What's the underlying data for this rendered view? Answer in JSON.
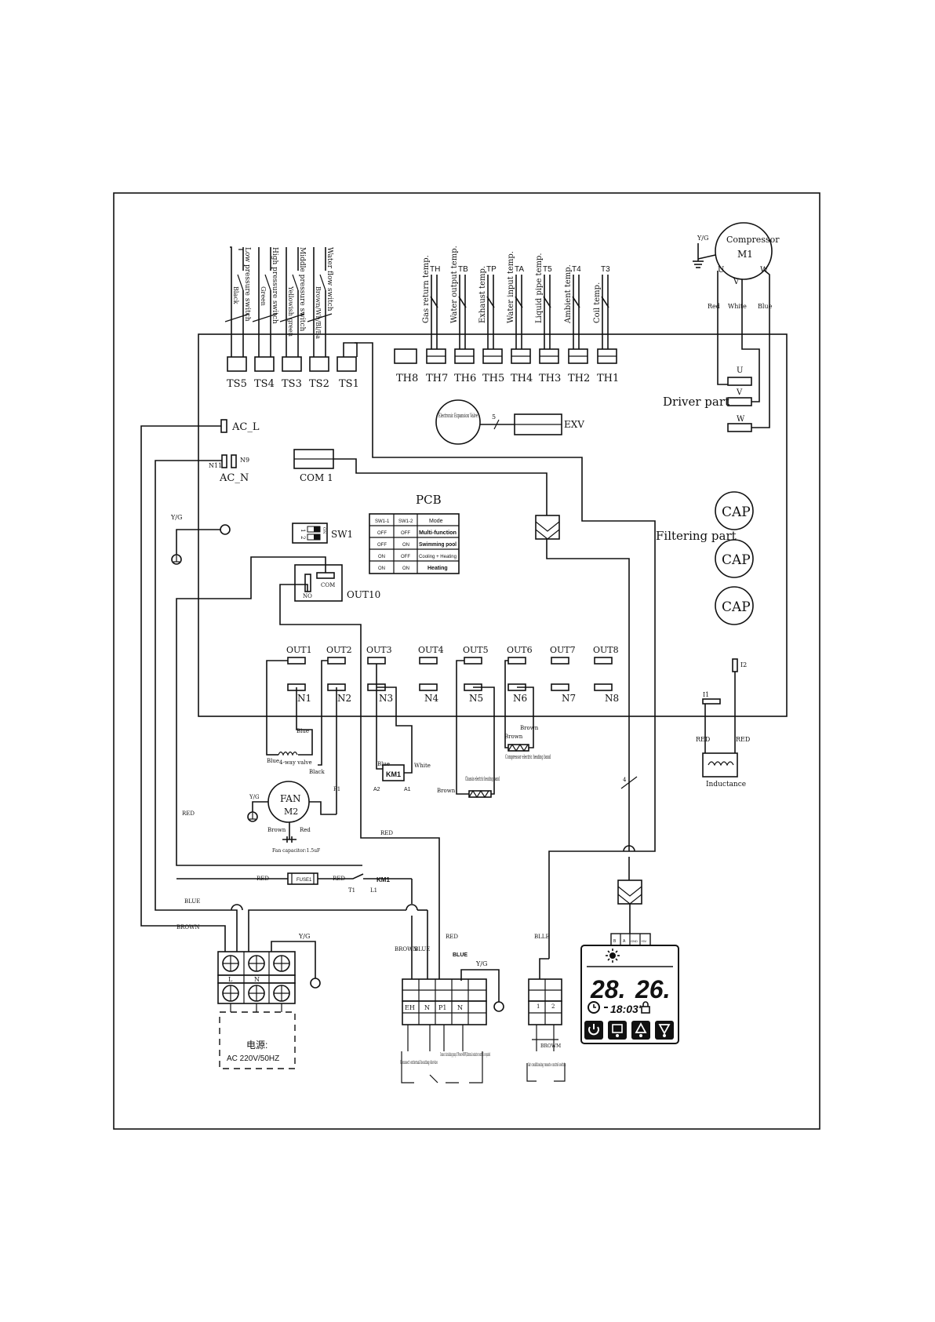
{
  "switches": [
    {
      "terminal": "TS5",
      "label": "Low pressure switch",
      "wire": "Black"
    },
    {
      "terminal": "TS4",
      "label": "High pressure switch",
      "wire": "Green"
    },
    {
      "terminal": "TS3",
      "label": "Middle pressure switch",
      "wire": "Yellowish green"
    },
    {
      "terminal": "TS2",
      "label": "Water flow switch",
      "wire": "Brown/Wh/Bl/Ba"
    },
    {
      "terminal": "TS1",
      "label": "",
      "wire": ""
    }
  ],
  "sensors": [
    {
      "code": "TH",
      "label": "Gas return temp.",
      "terminal": "TH7"
    },
    {
      "code": "TB",
      "label": "Water output temp.",
      "terminal": "TH6"
    },
    {
      "code": "TP",
      "label": "Exhaust temp.",
      "terminal": "TH5"
    },
    {
      "code": "TA",
      "label": "Water input temp.",
      "terminal": "TH4"
    },
    {
      "code": "T5",
      "label": "Liquid pipe temp.",
      "terminal": "TH3"
    },
    {
      "code": "T4",
      "label": "Ambient temp.",
      "terminal": "TH2"
    },
    {
      "code": "T3",
      "label": "Coil temp.",
      "terminal": "TH1"
    }
  ],
  "th8": "TH8",
  "compressor": {
    "title": "Compressor",
    "id": "M1",
    "u": "U",
    "v": "V",
    "w": "W",
    "yg": "Y/G",
    "wire_red": "Red",
    "wire_white": "White",
    "wire_blue": "Blue"
  },
  "driver": {
    "label": "Driver part",
    "u": "U",
    "v": "V",
    "w": "W"
  },
  "exv": {
    "valve": "Electronic Expansion Valve",
    "label": "EXV",
    "count": "5"
  },
  "power_in": {
    "ac_l": "AC_L",
    "ac_n": "AC_N",
    "n11": "N11",
    "n9": "N9",
    "yg": "Y/G"
  },
  "com1": "COM 1",
  "pcb": "PCB",
  "sw1": {
    "label": "SW1",
    "n1": "1",
    "n2": "2",
    "on": "ON"
  },
  "mode_table": {
    "headers": [
      "SW1-1",
      "SW1-2",
      "Mode"
    ],
    "rows": [
      [
        "OFF",
        "OFF",
        "Multi-function"
      ],
      [
        "OFF",
        "ON",
        "Swimming pool"
      ],
      [
        "ON",
        "OFF",
        "Cooling + Heating"
      ],
      [
        "ON",
        "ON",
        "Heating"
      ]
    ]
  },
  "filter": {
    "label": "Filtering part",
    "cap": "CAP"
  },
  "out10": {
    "label": "OUT10",
    "com": "COM",
    "no": "NO"
  },
  "outputs": [
    {
      "out": "OUT1",
      "n": "N1"
    },
    {
      "out": "OUT2",
      "n": "N2"
    },
    {
      "out": "OUT3",
      "n": "N3"
    },
    {
      "out": "OUT4",
      "n": "N4"
    },
    {
      "out": "OUT5",
      "n": "N5"
    },
    {
      "out": "OUT6",
      "n": "N6"
    },
    {
      "out": "OUT7",
      "n": "N7"
    },
    {
      "out": "OUT8",
      "n": "N8"
    }
  ],
  "inductance": {
    "label": "Inductance",
    "i1": "I1",
    "i2": "I2",
    "red1": "RED",
    "red2": "RED"
  },
  "loads": {
    "valve": "4-way valve",
    "blue": "Blue",
    "black": "Black",
    "fan": "FAN",
    "fan_id": "M2",
    "fan_yg": "Y/G",
    "fan_brown": "Brown",
    "fan_red": "Red",
    "fan_p1": "P1",
    "fan_cap": "Fan capacitor:1.5uF",
    "km1": "KM1",
    "a1": "A1",
    "a2": "A2",
    "white": "White",
    "chassis": "Chassis electric heating band",
    "chassis_brown": "Brown",
    "comp_band": "Compressor electric heating band",
    "brown1": "Brown",
    "brown2": "Brown",
    "four": "4"
  },
  "bottom": {
    "red": "RED",
    "blue": "BLUE",
    "brown": "BROWN",
    "fuse": "FUSE1",
    "km1": "KM1",
    "t1": "T1",
    "l1": "L1",
    "yg1": "Y/G",
    "yg2": "Y/G",
    "power_l": "L",
    "power_n": "N",
    "power_title": "电源:",
    "power_spec": "AC 220V/50HZ",
    "brown_b": "BROWN",
    "blue_b": "BLUE",
    "red_b": "RED",
    "blue_c": "BLUE",
    "t_eh": "EH",
    "t_n": "N",
    "t_p1": "P1",
    "t_n2": "N",
    "note_heat": "Connect external heating device",
    "note_pump": "Connect circulating pump If Power>800W,External contactor control is required",
    "blle": "BLLE",
    "browm": "BROWM",
    "ac_switch": "Air conditioning remote control switch",
    "rt1": "1",
    "rt2": "2"
  },
  "controller": {
    "temp1": "28.",
    "temp2": "26.",
    "time": "18:03'",
    "pins": [
      "B",
      "A",
      "GND",
      "+5V"
    ]
  }
}
